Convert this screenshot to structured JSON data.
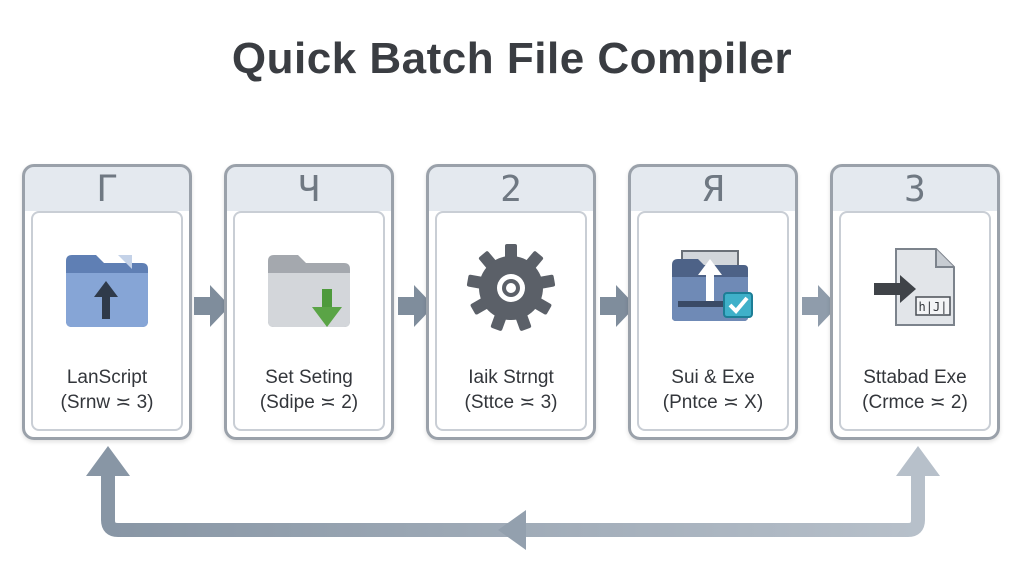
{
  "title": "Quick Batch File Compiler",
  "steps": [
    {
      "number": "Γ",
      "label": "LanScript",
      "sub": "(Srnw ≍ 3)",
      "icon": "folder-upload-icon"
    },
    {
      "number": "Ч",
      "label": "Set Seting",
      "sub": "(Sdipe ≍ 2)",
      "icon": "folder-download-icon"
    },
    {
      "number": "2",
      "label": "Iaik Strngt",
      "sub": "(Sttce ≍ 3)",
      "icon": "gear-icon"
    },
    {
      "number": "Я",
      "label": "Sui & Exe",
      "sub": "(Pntce ≍ X)",
      "icon": "folder-check-icon"
    },
    {
      "number": "3",
      "label": "Sttabad Exe",
      "sub": "(Crmce ≍ 2)",
      "icon": "document-export-icon"
    }
  ],
  "icon_text": {
    "doc_label": "h|J|"
  },
  "colors": {
    "folder_blue": "#7f9fd0",
    "folder_gray": "#c8cbd0",
    "gear": "#5b6068",
    "check_green": "#5aa446",
    "check_teal": "#3fb0c9",
    "arrow": "#7f8d9c"
  }
}
